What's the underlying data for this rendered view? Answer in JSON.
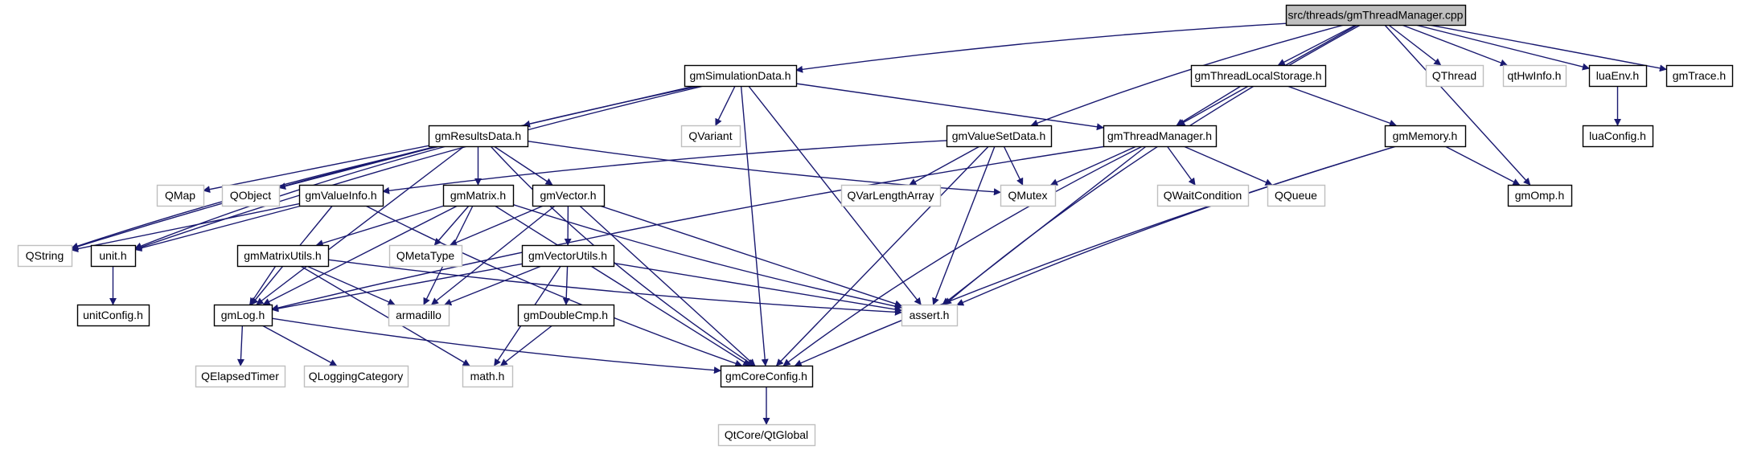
{
  "diagram": {
    "type": "include-dependency-graph",
    "root": "src/threads/gmThreadManager.cpp",
    "colors": {
      "edge": "#191970",
      "documented_border": "#000000",
      "external_border": "#bfbfbf",
      "root_fill": "#bfbfbf",
      "node_fill": "#ffffff"
    },
    "nodes": [
      {
        "id": "root",
        "label": "src/threads/gmThreadManager.cpp",
        "kind": "root"
      },
      {
        "id": "simdata",
        "label": "gmSimulationData.h",
        "kind": "documented"
      },
      {
        "id": "tls",
        "label": "gmThreadLocalStorage.h",
        "kind": "documented"
      },
      {
        "id": "qthread",
        "label": "QThread",
        "kind": "external"
      },
      {
        "id": "hwinfo",
        "label": "qtHwInfo.h",
        "kind": "external"
      },
      {
        "id": "luaenv",
        "label": "luaEnv.h",
        "kind": "documented"
      },
      {
        "id": "trace",
        "label": "gmTrace.h",
        "kind": "documented"
      },
      {
        "id": "results",
        "label": "gmResultsData.h",
        "kind": "documented"
      },
      {
        "id": "qvariant",
        "label": "QVariant",
        "kind": "external"
      },
      {
        "id": "valueset",
        "label": "gmValueSetData.h",
        "kind": "documented"
      },
      {
        "id": "tmh",
        "label": "gmThreadManager.h",
        "kind": "documented"
      },
      {
        "id": "memory",
        "label": "gmMemory.h",
        "kind": "documented"
      },
      {
        "id": "luaconfig",
        "label": "luaConfig.h",
        "kind": "documented"
      },
      {
        "id": "qmap",
        "label": "QMap",
        "kind": "external"
      },
      {
        "id": "qobject",
        "label": "QObject",
        "kind": "external"
      },
      {
        "id": "valueinfo",
        "label": "gmValueInfo.h",
        "kind": "documented"
      },
      {
        "id": "matrix",
        "label": "gmMatrix.h",
        "kind": "documented"
      },
      {
        "id": "vector",
        "label": "gmVector.h",
        "kind": "documented"
      },
      {
        "id": "qvarlen",
        "label": "QVarLengthArray",
        "kind": "external"
      },
      {
        "id": "qmutex",
        "label": "QMutex",
        "kind": "external"
      },
      {
        "id": "qwait",
        "label": "QWaitCondition",
        "kind": "external"
      },
      {
        "id": "qqueue",
        "label": "QQueue",
        "kind": "external"
      },
      {
        "id": "omp",
        "label": "gmOmp.h",
        "kind": "documented"
      },
      {
        "id": "qstring",
        "label": "QString",
        "kind": "external"
      },
      {
        "id": "unit",
        "label": "unit.h",
        "kind": "documented"
      },
      {
        "id": "matutils",
        "label": "gmMatrixUtils.h",
        "kind": "documented"
      },
      {
        "id": "qmetatype",
        "label": "QMetaType",
        "kind": "external"
      },
      {
        "id": "vecutils",
        "label": "gmVectorUtils.h",
        "kind": "documented"
      },
      {
        "id": "unitconfig",
        "label": "unitConfig.h",
        "kind": "documented"
      },
      {
        "id": "log",
        "label": "gmLog.h",
        "kind": "documented"
      },
      {
        "id": "armadillo",
        "label": "armadillo",
        "kind": "external"
      },
      {
        "id": "doublecmp",
        "label": "gmDoubleCmp.h",
        "kind": "documented"
      },
      {
        "id": "assert",
        "label": "assert.h",
        "kind": "external"
      },
      {
        "id": "qelapsed",
        "label": "QElapsedTimer",
        "kind": "external"
      },
      {
        "id": "qlogcat",
        "label": "QLoggingCategory",
        "kind": "external"
      },
      {
        "id": "math",
        "label": "math.h",
        "kind": "external"
      },
      {
        "id": "coreconfig",
        "label": "gmCoreConfig.h",
        "kind": "documented"
      },
      {
        "id": "qtglobal",
        "label": "QtCore/QtGlobal",
        "kind": "external"
      }
    ],
    "edges": [
      [
        "root",
        "simdata"
      ],
      [
        "root",
        "tls"
      ],
      [
        "root",
        "valueset"
      ],
      [
        "root",
        "tmh"
      ],
      [
        "root",
        "qthread"
      ],
      [
        "root",
        "hwinfo"
      ],
      [
        "root",
        "luaenv"
      ],
      [
        "root",
        "trace"
      ],
      [
        "root",
        "assert"
      ],
      [
        "root",
        "omp"
      ],
      [
        "simdata",
        "results"
      ],
      [
        "simdata",
        "qvariant"
      ],
      [
        "simdata",
        "coreconfig"
      ],
      [
        "simdata",
        "assert"
      ],
      [
        "simdata",
        "tmh"
      ],
      [
        "simdata",
        "qstring"
      ],
      [
        "simdata",
        "unit"
      ],
      [
        "tls",
        "tmh"
      ],
      [
        "tls",
        "memory"
      ],
      [
        "luaenv",
        "luaconfig"
      ],
      [
        "results",
        "qmap"
      ],
      [
        "results",
        "qobject"
      ],
      [
        "results",
        "qstring"
      ],
      [
        "results",
        "log"
      ],
      [
        "results",
        "matrix"
      ],
      [
        "results",
        "vector"
      ],
      [
        "results",
        "coreconfig"
      ],
      [
        "results",
        "qmutex"
      ],
      [
        "results",
        "unit"
      ],
      [
        "valueset",
        "valueinfo"
      ],
      [
        "valueset",
        "qvarlen"
      ],
      [
        "valueset",
        "qmutex"
      ],
      [
        "valueset",
        "assert"
      ],
      [
        "valueset",
        "coreconfig"
      ],
      [
        "tmh",
        "qmutex"
      ],
      [
        "tmh",
        "qwait"
      ],
      [
        "tmh",
        "qqueue"
      ],
      [
        "tmh",
        "assert"
      ],
      [
        "tmh",
        "coreconfig"
      ],
      [
        "tmh",
        "log"
      ],
      [
        "memory",
        "omp"
      ],
      [
        "memory",
        "assert"
      ],
      [
        "memory",
        "coreconfig"
      ],
      [
        "valueinfo",
        "qstring"
      ],
      [
        "valueinfo",
        "unit"
      ],
      [
        "valueinfo",
        "log"
      ],
      [
        "valueinfo",
        "coreconfig"
      ],
      [
        "matrix",
        "matutils"
      ],
      [
        "matrix",
        "qmetatype"
      ],
      [
        "matrix",
        "armadillo"
      ],
      [
        "matrix",
        "log"
      ],
      [
        "matrix",
        "assert"
      ],
      [
        "matrix",
        "coreconfig"
      ],
      [
        "vector",
        "qmetatype"
      ],
      [
        "vector",
        "armadillo"
      ],
      [
        "vector",
        "vecutils"
      ],
      [
        "vector",
        "assert"
      ],
      [
        "vector",
        "coreconfig"
      ],
      [
        "matutils",
        "log"
      ],
      [
        "matutils",
        "armadillo"
      ],
      [
        "matutils",
        "math"
      ],
      [
        "matutils",
        "assert"
      ],
      [
        "vecutils",
        "log"
      ],
      [
        "vecutils",
        "armadillo"
      ],
      [
        "vecutils",
        "math"
      ],
      [
        "vecutils",
        "doublecmp"
      ],
      [
        "vecutils",
        "assert"
      ],
      [
        "unit",
        "unitconfig"
      ],
      [
        "log",
        "qelapsed"
      ],
      [
        "log",
        "qlogcat"
      ],
      [
        "log",
        "coreconfig"
      ],
      [
        "doublecmp",
        "math"
      ],
      [
        "coreconfig",
        "qtglobal"
      ]
    ]
  }
}
